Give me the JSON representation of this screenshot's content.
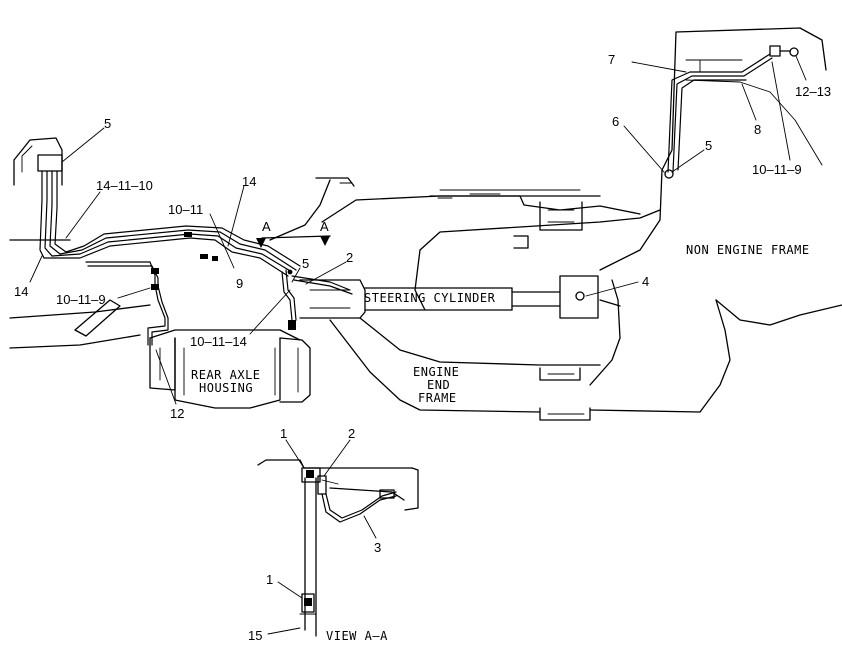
{
  "captions": {
    "steering_cylinder": "STEERING CYLINDER",
    "non_engine_frame": "NON ENGINE FRAME",
    "rear_axle_1": "REAR AXLE",
    "rear_axle_2": "HOUSING",
    "engine_end_1": "ENGINE",
    "engine_end_2": "END",
    "engine_end_3": "FRAME",
    "view_aa": "VIEW A–A",
    "section_a_left": "A",
    "section_a_right": "A"
  },
  "callouts": {
    "c5_top_left": "5",
    "c14_11_10": "14–11–10",
    "c14_left": "14",
    "c10_11_9_left": "10–11–9",
    "c12": "12",
    "c10_11_mid": "10–11",
    "c14_mid": "14",
    "c9_mid": "9",
    "c5_mid": "5",
    "c2_mid": "2",
    "c10_11_14": "10–11–14",
    "c4": "4",
    "c7": "7",
    "c6": "6",
    "c5_right": "5",
    "c8": "8",
    "c12_13": "12–13",
    "c10_11_9_right": "10–11–9",
    "v1_top": "1",
    "v2_top": "2",
    "v3": "3",
    "v1_bottom": "1",
    "v15": "15"
  }
}
